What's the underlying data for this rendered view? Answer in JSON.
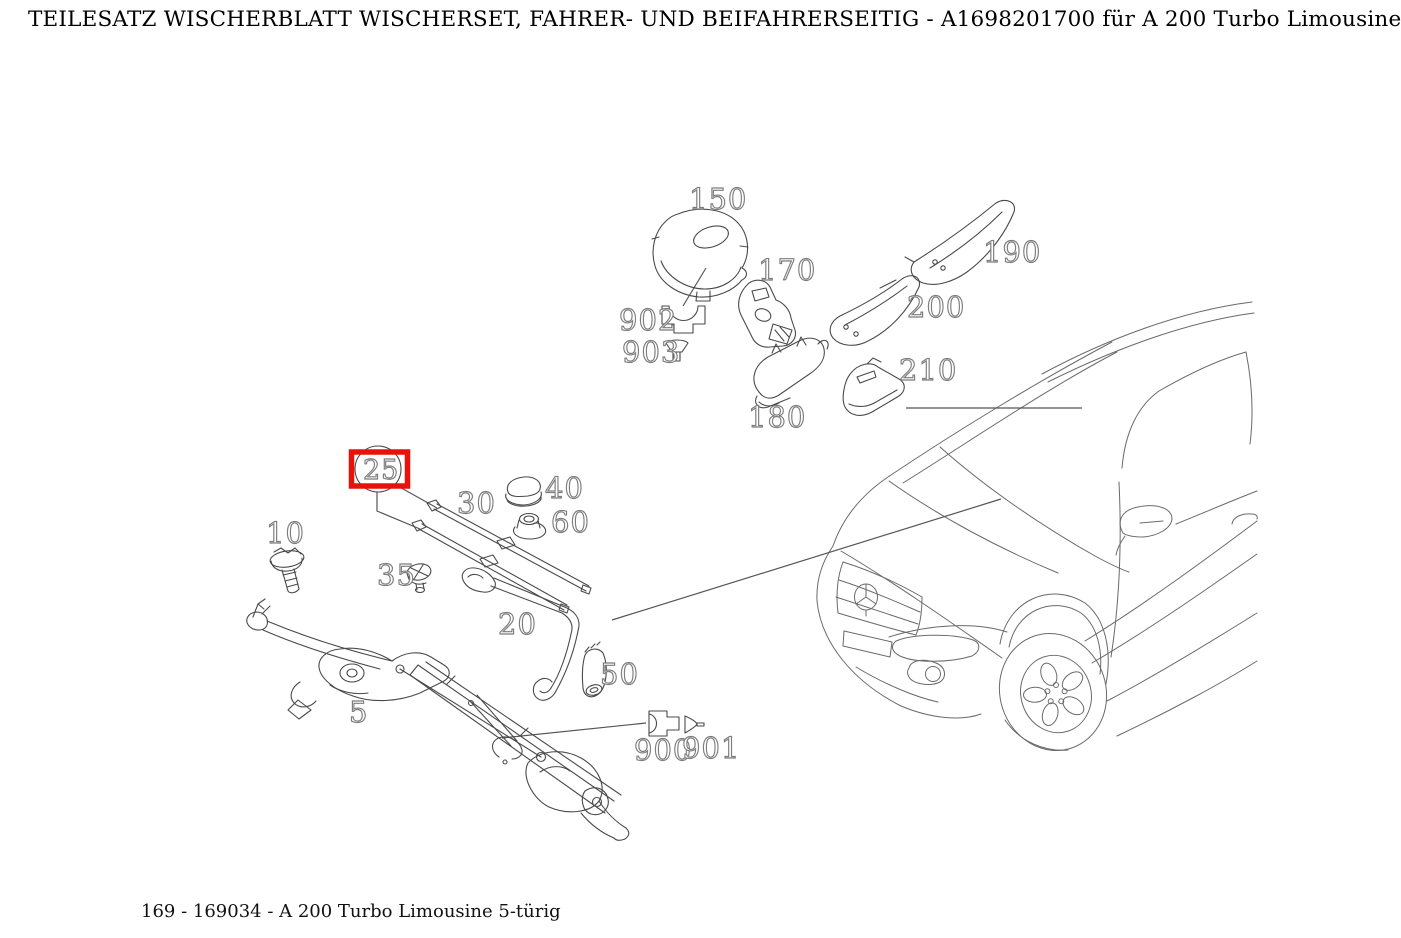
{
  "page": {
    "title": "TEILESATZ WISCHERBLATT WISCHERSET, FAHRER- UND BEIFAHRERSEITIG - A1698201700 für A 200 Turbo Limousine",
    "footer": "169 - 169034 - A 200 Turbo Limousine 5-türig"
  },
  "diagram": {
    "selected_part": "25",
    "highlight_color": "#e8120b",
    "labels": [
      "150",
      "902",
      "903",
      "170",
      "190",
      "200",
      "210",
      "180",
      "25",
      "30",
      "40",
      "60",
      "10",
      "35",
      "20",
      "50",
      "5",
      "900",
      "901"
    ]
  }
}
